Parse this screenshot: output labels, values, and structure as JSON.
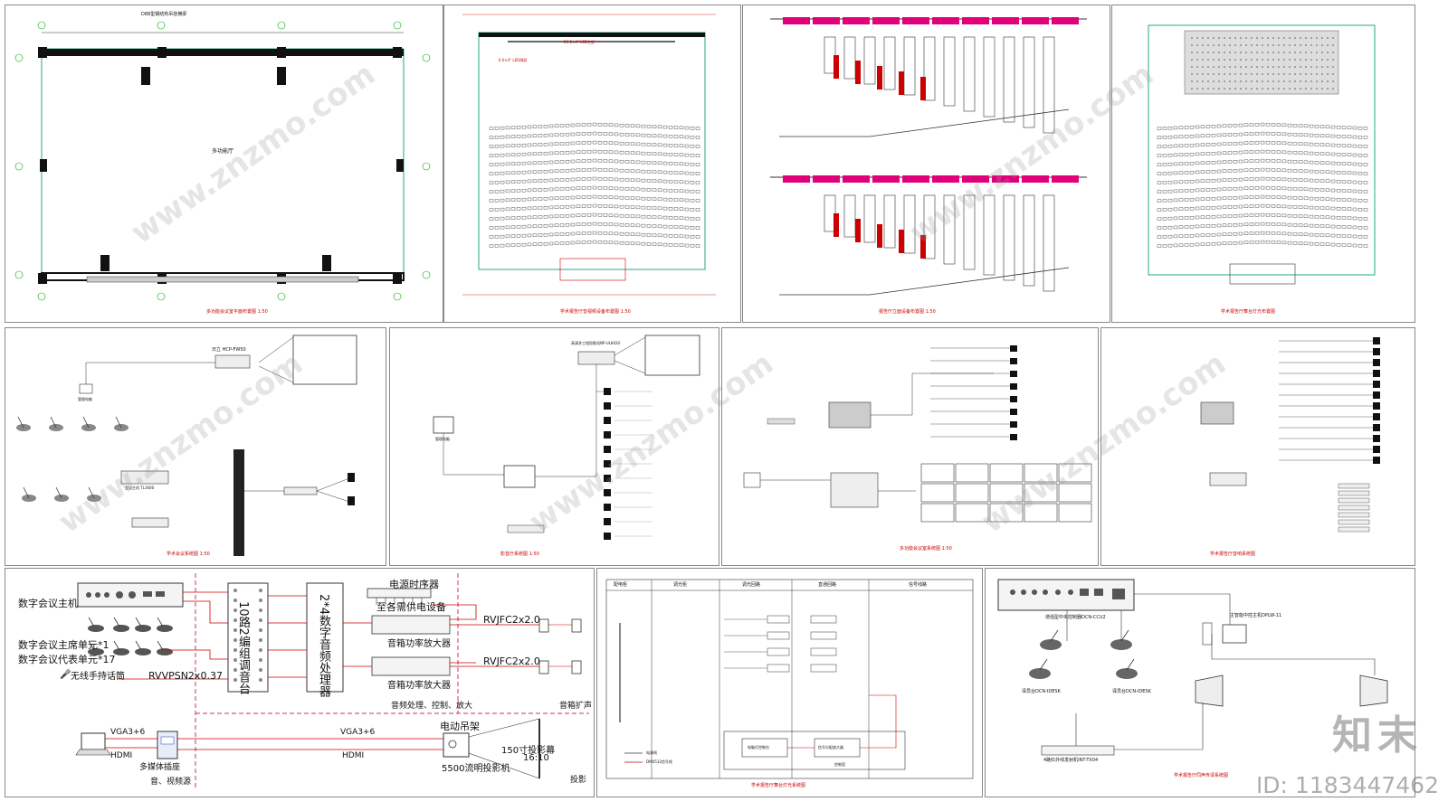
{
  "panels": {
    "p1": {
      "title": "多功能会议室平面布置图 1:50",
      "room_label": "多功能厅",
      "top_label": "D88型钢结构吊挂横梁"
    },
    "p2": {
      "title": "学术报告厅音视频设备布置图 1:50",
      "led_label": "2C.2×4\" LED主屏",
      "side_led": "6.0×4\" LED侧屏"
    },
    "p3": {
      "title": "报告厅立面设备布置图 1:50"
    },
    "p4": {
      "title": "学术报告厅舞台灯光布置图"
    },
    "p5": {
      "title": "学术会议系统图 1:50",
      "projector": "日立 HCP-FW50",
      "pc": "管理电脑",
      "mixer": "会议主机 TL3000"
    },
    "p6": {
      "title": "影音厅系统图 1:50",
      "projector": "高清多工程投影机NP-UL8020",
      "pc": "管理电脑"
    },
    "p7": {
      "title": "多功能会议室系统图 1:50"
    },
    "p8": {
      "title": "学术报告厅音响系统图"
    },
    "p9": {
      "host": "数字会议主机",
      "chair": "数字会议主席单元*1",
      "delegate": "数字会议代表单元*17",
      "mic": "无线手持话筒",
      "mixer": "10路2编组调音台",
      "dsp": "2*4数字音频处理器",
      "seq": "电源时序器",
      "seq_note": "至各需供电设备",
      "amp1": "音箱功率放大器",
      "amp2": "音箱功率放大器",
      "cable1": "RVJFC2x2.0",
      "cable2": "RVJFC2x2.0",
      "cable3": "RVVPSN2x0.37",
      "sec_audio": "音频处理、控制、放大",
      "sec_speaker": "音箱扩声",
      "vga_left": "VGA3+6",
      "hdmi_left": "HDMI",
      "socket": "多媒体插座",
      "av_source": "音、视频源",
      "vga_mid": "VGA3+6",
      "hdmi_mid": "HDMI",
      "lift": "电动吊架",
      "screen": "150寸投影幕",
      "ratio": "16:10",
      "projector": "5500流明投影机",
      "sec_proj": "投影"
    },
    "p10": {
      "title": "学术报告厅舞台灯光系统图",
      "headers": [
        "配电柜",
        "调光柜",
        "调光回路",
        "直通回路",
        "信号线路"
      ],
      "legend1": "电源线",
      "legend2": "DMX512信号线",
      "console": "电脑灯控制台",
      "splitter": "信号分配放大器",
      "room": "控制室"
    },
    "p11": {
      "title": "学术报告厅同声传译系统图",
      "host": "主智能中控主机DPLW-11",
      "cu": "增强型中央控制器DCN-CCU2",
      "interp1": "译员台DCN-IDESK",
      "interp2": "译员台DCN-IDESK",
      "tx": "4路红外线发射机INT-TX04"
    }
  },
  "watermark": "www.znzmo.com",
  "logo": "知末",
  "id_text": "ID: 1183447462"
}
